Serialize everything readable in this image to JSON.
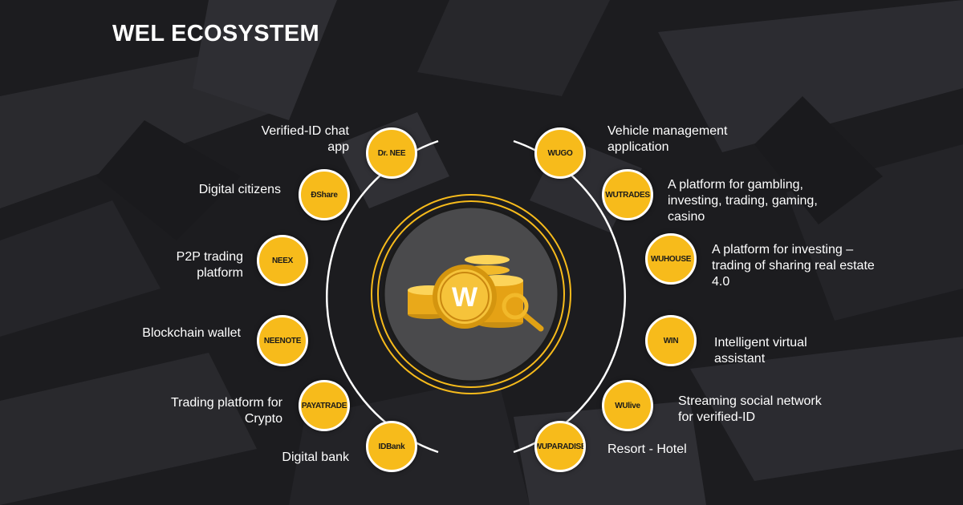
{
  "title": "WEL ECOSYSTEM",
  "colors": {
    "accent": "#f7bb1b",
    "background": "#1d1d20",
    "text": "#ffffff"
  },
  "center": {
    "icon": "gold-coins-wel-logo-icon",
    "logo_text": "W"
  },
  "left_items": [
    {
      "logo": "Dr. NEE",
      "description": "Verified-ID chat\napp"
    },
    {
      "logo": "ĐShare",
      "description": "Digital citizens"
    },
    {
      "logo": "NEEX",
      "description": "P2P trading\nplatform"
    },
    {
      "logo": "NEENOTE",
      "description": "Blockchain wallet"
    },
    {
      "logo": "PAYATRADE",
      "description": "Trading platform for\nCrypto"
    },
    {
      "logo": "IDBank",
      "description": "Digital bank"
    }
  ],
  "right_items": [
    {
      "logo": "WUGO",
      "description": "Vehicle management\napplication"
    },
    {
      "logo": "WUTRADES",
      "description": "A platform for gambling,\ninvesting, trading, gaming,\ncasino"
    },
    {
      "logo": "WUHOUSE",
      "description": "A platform for investing –\ntrading of sharing real estate\n4.0"
    },
    {
      "logo": "WIN",
      "description": "Intelligent virtual\nassistant"
    },
    {
      "logo": "WUlive",
      "description": "Streaming social network\nfor verified-ID"
    },
    {
      "logo": "WUPARADISE",
      "description": "Resort - Hotel"
    }
  ]
}
